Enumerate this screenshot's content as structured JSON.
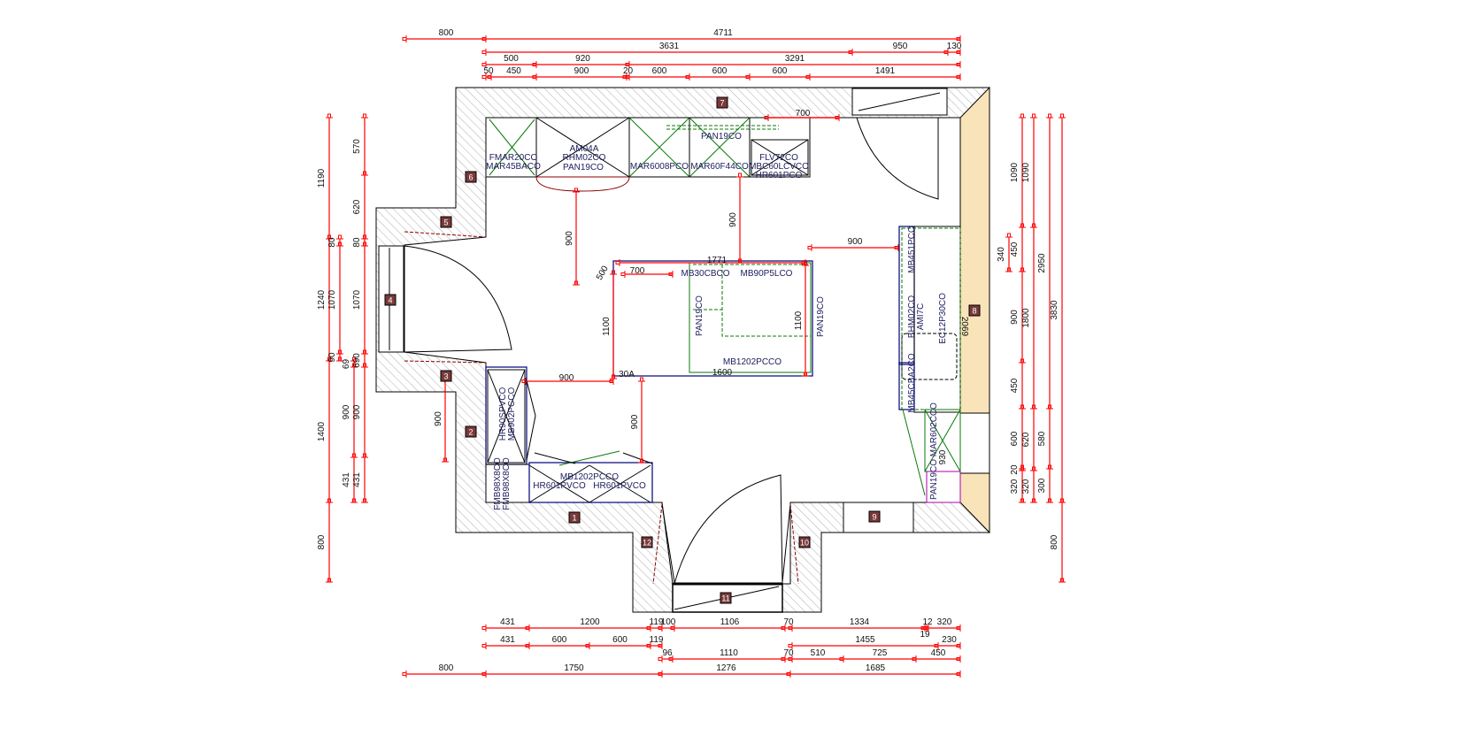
{
  "colors": {
    "dimension": "#ff0000",
    "wall_window": "#f8e4b8",
    "marker": "#7a3a3a",
    "cabinet_green": "#0a7a0a",
    "island_blue": "#00007a"
  },
  "markers": [
    "1",
    "2",
    "3",
    "4",
    "5",
    "6",
    "7",
    "8",
    "9",
    "10",
    "11",
    "12"
  ],
  "dimensions": {
    "top": [
      "800",
      "4711",
      "3631",
      "950",
      "130",
      "500",
      "920",
      "3291",
      "50",
      "450",
      "900",
      "20",
      "600",
      "600",
      "600",
      "1491"
    ],
    "bottom": [
      "431",
      "1200",
      "119",
      "100",
      "1106",
      "70",
      "1334",
      "12",
      "320",
      "19",
      "431",
      "600",
      "600",
      "119",
      "1455",
      "230",
      "96",
      "1110",
      "70",
      "510",
      "725",
      "450",
      "800",
      "1750",
      "1276",
      "1685"
    ],
    "left": [
      "1190",
      "1240",
      "1400",
      "800",
      "80",
      "1070",
      "90",
      "69",
      "900",
      "431",
      "570",
      "620",
      "80",
      "1070",
      "690",
      "900",
      "431"
    ],
    "right": [
      "1090",
      "450",
      "900",
      "450",
      "600",
      "20",
      "320",
      "340",
      "1090",
      "1800",
      "620",
      "320",
      "2950",
      "580",
      "300",
      "3830",
      "800"
    ],
    "interior": [
      "900",
      "900",
      "900",
      "900",
      "900",
      "900",
      "700",
      "700",
      "1100",
      "1100",
      "1771",
      "1600",
      "500",
      "930",
      "2069",
      "30A"
    ]
  },
  "cabinet_labels": [
    "FMAR20CO",
    "MAR45BACO",
    "AM04A",
    "RHM02CO",
    "PAN19CO",
    "MAR6008PCO",
    "MAR60F44CO",
    "PAN19CO",
    "FLV72CO",
    "MBC60LCVCO",
    "HR601PCO",
    "MB30CBCO",
    "MB90P5LCO",
    "PAN19CO",
    "PAN19CO",
    "MB1202PCCO",
    "MB451PCO",
    "BHM02CO",
    "AMI7C",
    "EC12P30CO",
    "MB45CBA2CO",
    "PAN19CO MAR602CCO",
    "HR90SPVCO",
    "MB902PCCO",
    "FMB98X8CO",
    "FMB98X8CO",
    "MB1202PCCO",
    "HR601PVCO",
    "HR601PVCO"
  ]
}
